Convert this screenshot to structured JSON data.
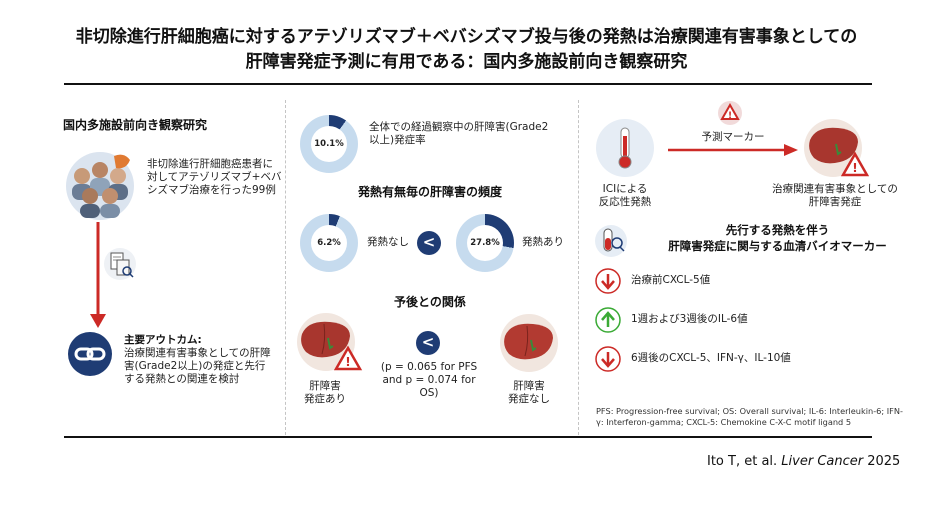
{
  "title": {
    "line1": "非切除進行肝細胞癌に対するアテゾリズマブ＋ベバシズマブ投与後の発熱は治療関連有害事象としての",
    "line2": "肝障害発症予測に有用である：国内多施設前向き観察研究"
  },
  "left": {
    "heading": "国内多施設前向き観察研究",
    "patients": "非切除進行肝細胞癌患者に対してアテゾリズマブ+ベバシズマブ治療を行った99例",
    "outcome_label": "主要アウトカム:",
    "outcome_text": "治療関連有害事象としての肝障害(Grade2以上)の発症と先行する発熱との関連を検討"
  },
  "middle": {
    "overall_value": "10.1%",
    "overall_fraction": 0.101,
    "overall_desc": "全体での経過観察中の肝障害(Grade2以上)発症率",
    "freq_heading": "発熱有無毎の肝障害の頻度",
    "nofever_value": "6.2%",
    "nofever_fraction": 0.062,
    "nofever_label": "発熱なし",
    "fever_value": "27.8%",
    "fever_fraction": 0.278,
    "fever_label": "発熱あり",
    "compare_symbol": "<",
    "prognosis_heading": "予後との関係",
    "liver_with": "肝障害\n発症あり",
    "liver_without": "肝障害\n発症なし",
    "pvalues": "(p = 0.065 for PFS and p = 0.074 for OS)"
  },
  "right": {
    "fever_label": "ICIによる\n反応性発熱",
    "marker_label": "予測マーカー",
    "ae_label": "治療関連有害事象としての\n肝障害発症",
    "biomarker_heading": "先行する発熱を伴う\n肝障害発症に関与する血清バイオマーカー",
    "items": [
      {
        "direction": "down",
        "text": "治療前CXCL-5値"
      },
      {
        "direction": "up",
        "text": "1週および3週後のIL-6値"
      },
      {
        "direction": "down",
        "text": "6週後のCXCL-5、IFN-γ、IL-10値"
      }
    ],
    "footnote": "PFS:  Progression-free survival; OS: Overall survival; IL-6: Interleukin-6; IFN-γ: Interferon-gamma; CXCL-5: Chemokine C-X-C motif ligand 5"
  },
  "citation": {
    "authors": "Ito T, et al. ",
    "journal": "Liver Cancer",
    "year": " 2025"
  },
  "colors": {
    "navy": "#1f3c74",
    "ring_light": "#c6dbee",
    "red": "#cc2a26",
    "green": "#3aaa35"
  }
}
